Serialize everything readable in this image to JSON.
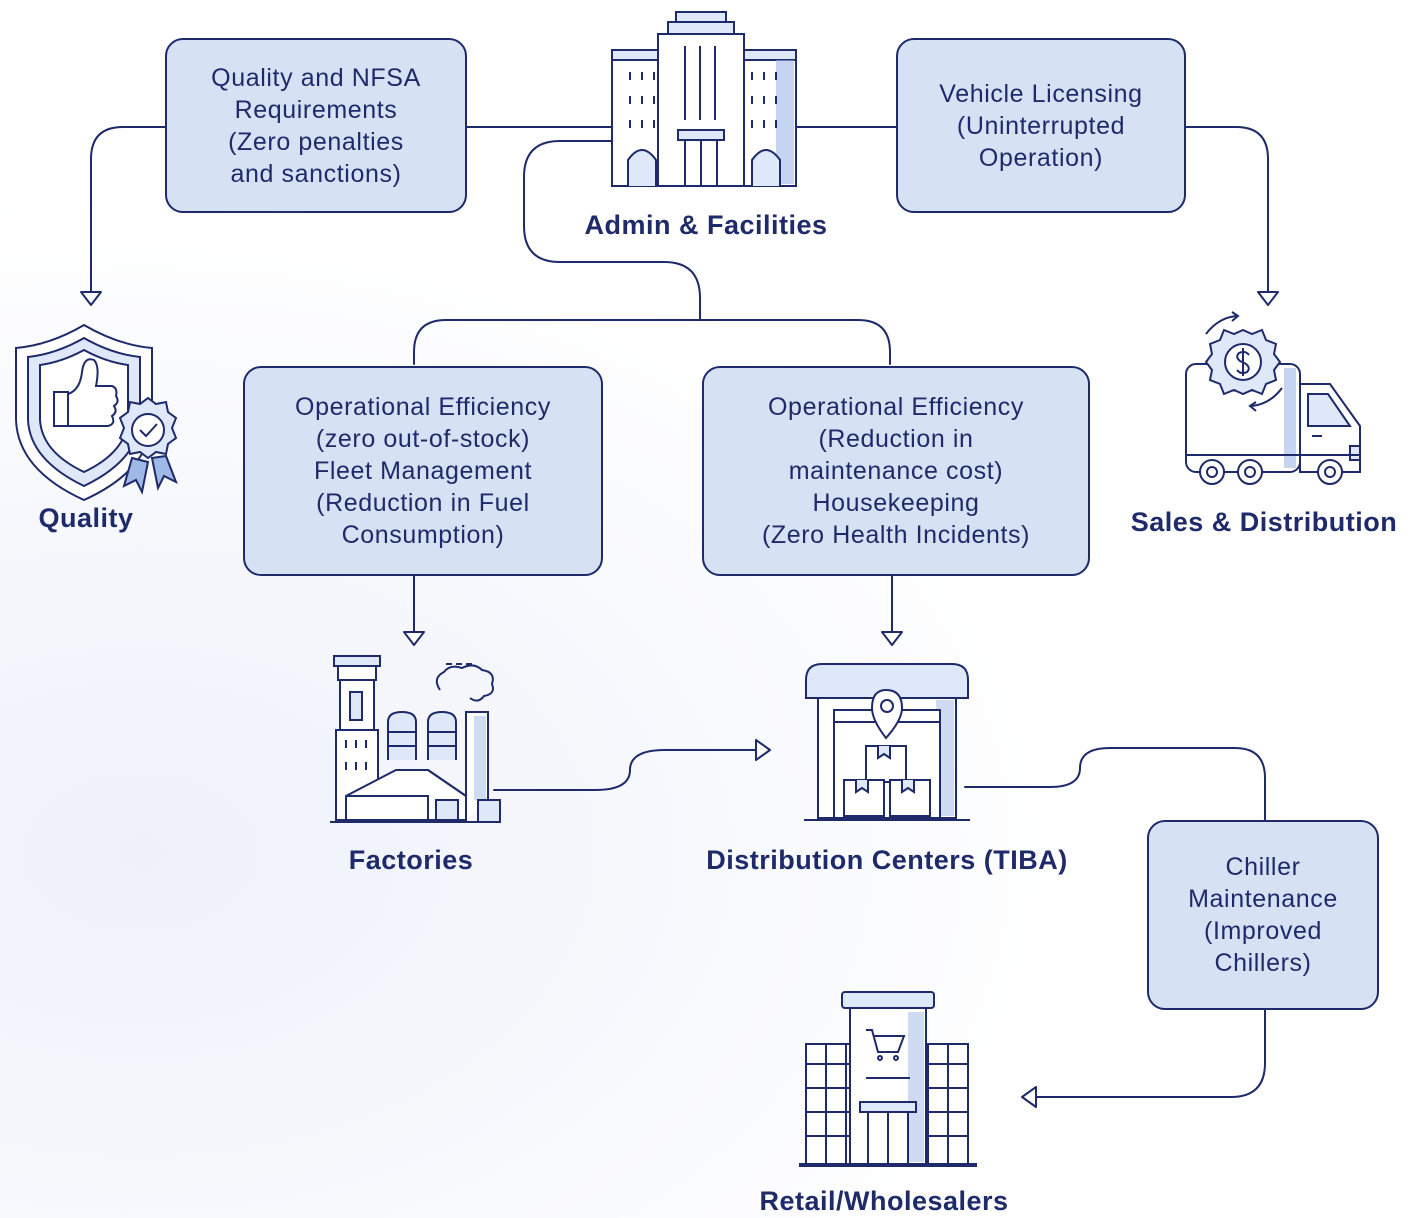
{
  "boxes": {
    "quality_req": [
      "Quality and NFSA",
      "Requirements",
      "(Zero penalties",
      "and sanctions)"
    ],
    "vehicle": [
      "Vehicle Licensing",
      "(Uninterrupted",
      "Operation)"
    ],
    "opeff_left": [
      "Operational Efficiency",
      "(zero out-of-stock)",
      "Fleet Management",
      "(Reduction in Fuel",
      "Consumption)"
    ],
    "opeff_right": [
      "Operational Efficiency",
      "(Reduction in",
      "maintenance cost)",
      "Housekeeping",
      "(Zero Health Incidents)"
    ],
    "chiller": [
      "Chiller",
      "Maintenance",
      "(Improved",
      "Chillers)"
    ]
  },
  "nodes": {
    "admin": "Admin & Facilities",
    "quality": "Quality",
    "sales": "Sales & Distribution",
    "factories": "Factories",
    "distribution": "Distribution Centers (TIBA)",
    "retail": "Retail/Wholesalers"
  },
  "icons": {
    "admin": "office-building-icon",
    "quality": "shield-thumbs-up-icon",
    "sales": "delivery-truck-icon",
    "factories": "factory-icon",
    "distribution": "warehouse-icon",
    "retail": "retail-store-icon"
  },
  "colors": {
    "navy": "#1f2a6b",
    "box_fill": "#d6e1f3",
    "node_text": "#1f2a6b",
    "icon_accent": "#9fb8e6",
    "icon_light": "#dfe8f8"
  }
}
